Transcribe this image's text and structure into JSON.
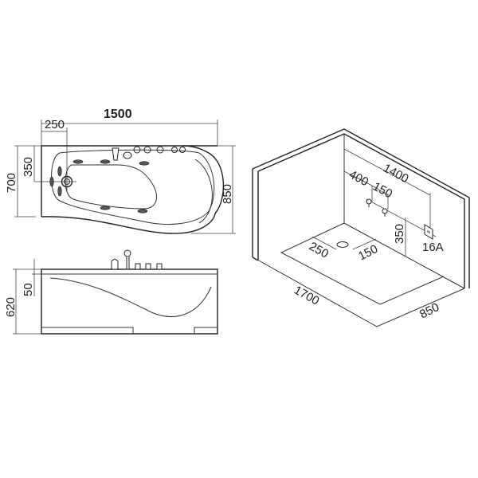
{
  "top_view": {
    "length": "1500",
    "width_total": "850",
    "width_rect": "700",
    "drain_offset_y": "350",
    "drain_offset_x": "250"
  },
  "side_view": {
    "height": "620",
    "rim": "50"
  },
  "installation_view": {
    "wall_length": "1400",
    "tap_offset": "400",
    "tap_spacing": "150",
    "tap_height": "350",
    "socket_rating": "16A",
    "drain_offset_left": "250",
    "drain_offset_right": "150",
    "floor_length": "1700",
    "floor_width": "850"
  }
}
